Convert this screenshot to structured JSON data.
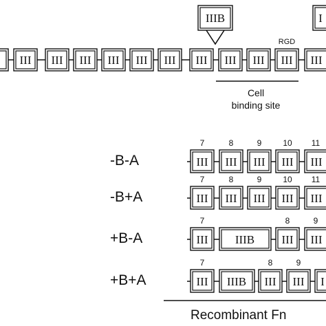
{
  "diagram": {
    "domain_text": "III",
    "domain_b_text": "IIIB",
    "domain_a_text": "I",
    "rgd_label": "RGD",
    "cell_binding_line1": "Cell",
    "cell_binding_line2": "binding site",
    "recombinant_label": "Recombinant Fn",
    "rows": [
      {
        "label": "-B-A",
        "numbers": [
          "7",
          "8",
          "9",
          "10",
          "11"
        ]
      },
      {
        "label": "-B+A",
        "numbers": [
          "7",
          "8",
          "9",
          "10",
          "11"
        ]
      },
      {
        "label": "+B-A",
        "numbers": [
          "7",
          "8",
          "9"
        ]
      },
      {
        "label": "+B+A",
        "numbers": [
          "7",
          "8",
          "9"
        ]
      }
    ]
  }
}
